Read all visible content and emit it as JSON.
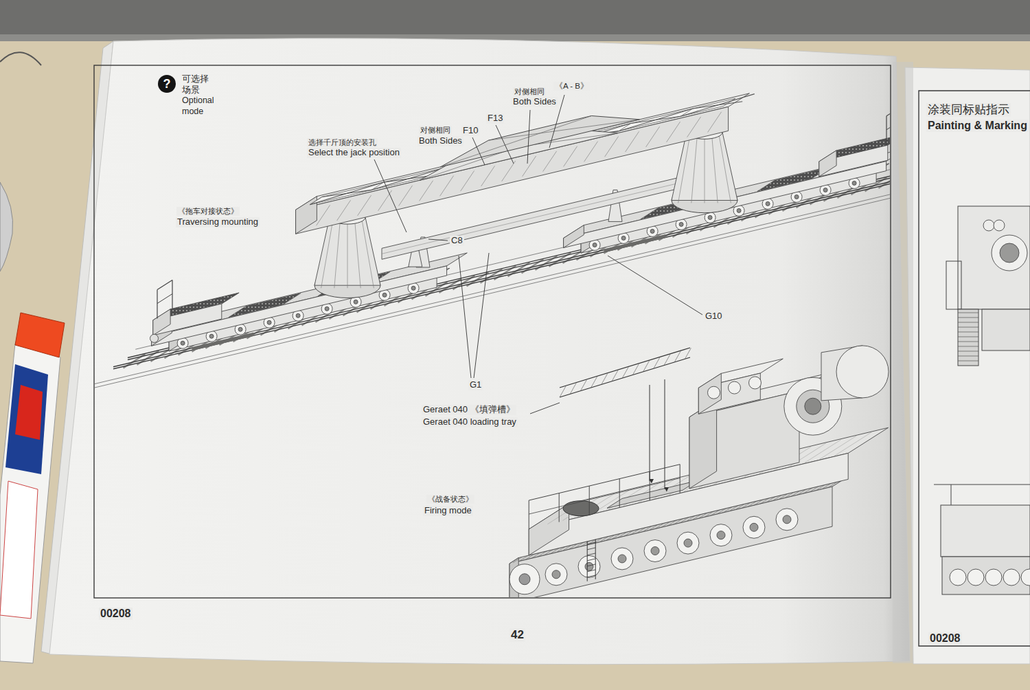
{
  "diagram": {
    "nodes": [
      {
        "text": [
          "?",
          "可选择场景 Optional mode"
        ]
      }
    ],
    "labels": [
      "对侧相同",
      "《A - B》",
      "Both Sides",
      "F13",
      "对侧相同",
      "F10",
      "Both Sides",
      "选择千斤顶的安装孔",
      "Select the jack position",
      "《拖车对接状态》",
      "Traversing mounting",
      "C8",
      "G10",
      "G1",
      "Geraet 040 《填弹槽》",
      "Geraet 040 loading tray",
      "《战备状态》",
      "Firing mode",
      "00208",
      "42",
      "涂装同标贴指示",
      "Painting & Marking",
      "00208"
    ]
  }
}
